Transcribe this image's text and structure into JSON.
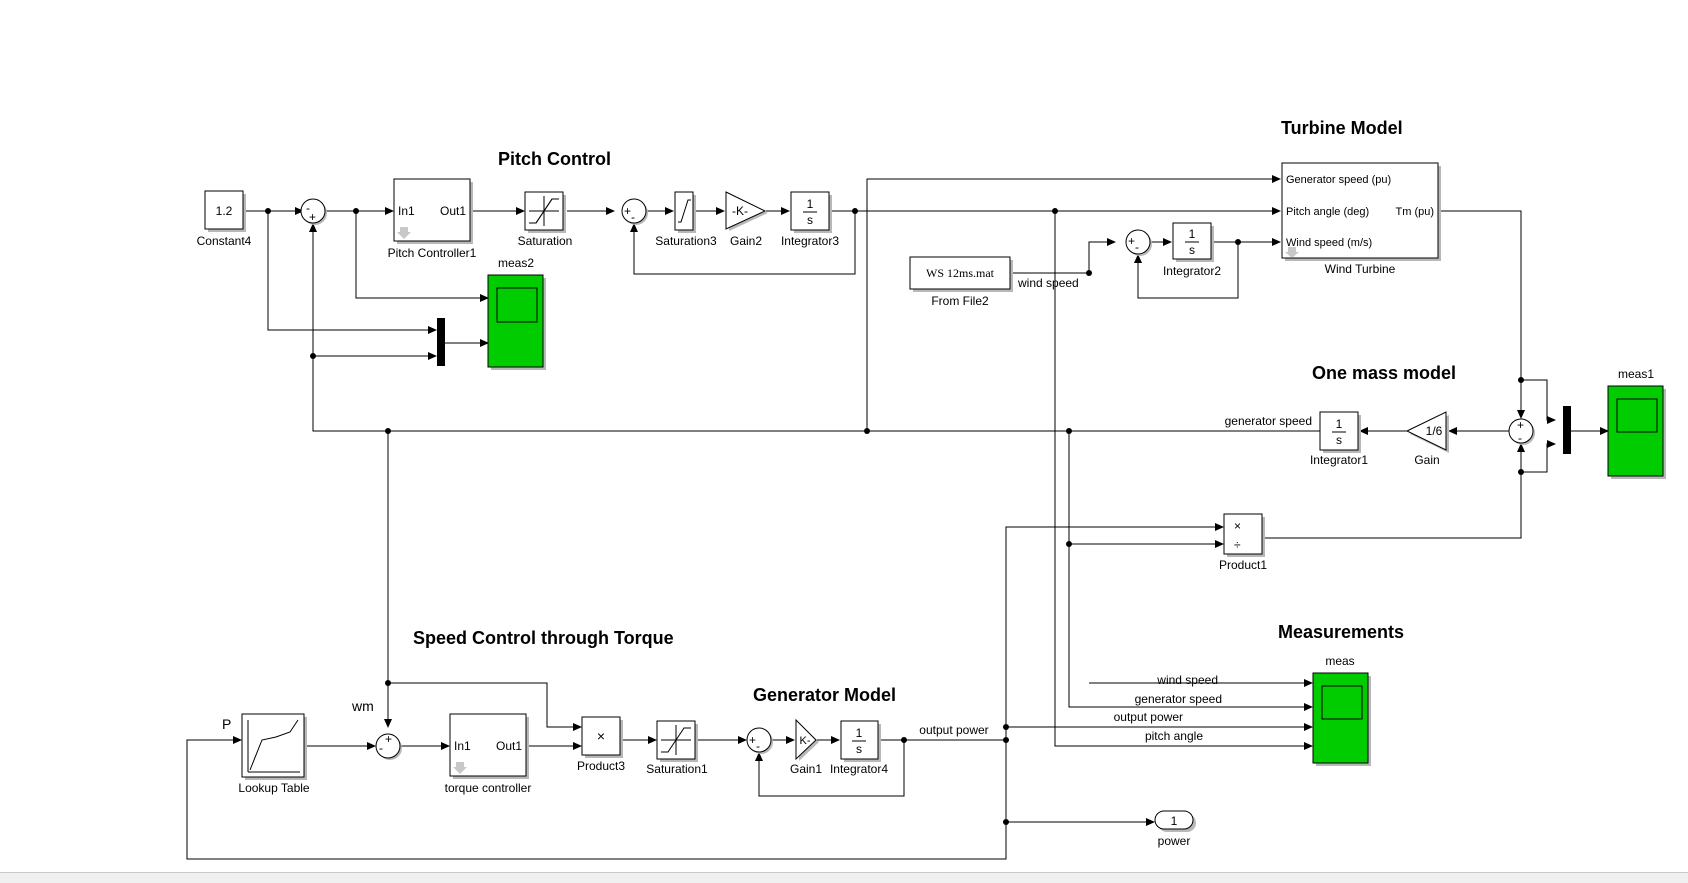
{
  "sections": {
    "pitch_control": "Pitch Control",
    "turbine_model": "Turbine Model",
    "one_mass_model": "One mass model",
    "speed_control": "Speed Control through Torque",
    "generator_model": "Generator Model",
    "measurements": "Measurements"
  },
  "blocks": {
    "constant4": {
      "value": "1.2",
      "label": "Constant4"
    },
    "pitch_controller1": {
      "in": "In1",
      "out": "Out1",
      "label": "Pitch Controller1"
    },
    "saturation": {
      "label": "Saturation"
    },
    "saturation3": {
      "label": "Saturation3"
    },
    "gain2": {
      "value": "-K-",
      "label": "Gain2"
    },
    "integrator3": {
      "num": "1",
      "den": "s",
      "label": "Integrator3"
    },
    "meas2": {
      "label": "meas2"
    },
    "from_file2": {
      "value": "WS  12ms.mat",
      "label": "From File2"
    },
    "integrator2": {
      "num": "1",
      "den": "s",
      "label": "Integrator2"
    },
    "wind_turbine": {
      "in1": "Generator speed (pu)",
      "in2": "Pitch angle (deg)",
      "in3": "Wind speed (m/s)",
      "out": "Tm (pu)",
      "label": "Wind Turbine"
    },
    "meas1": {
      "label": "meas1"
    },
    "integrator1": {
      "num": "1",
      "den": "s",
      "label": "Integrator1"
    },
    "gain": {
      "value": "1/6",
      "label": "Gain"
    },
    "product1": {
      "label": "Product1"
    },
    "lookup_table": {
      "label": "Lookup Table"
    },
    "torque_controller": {
      "in": "In1",
      "out": "Out1",
      "label": "torque controller"
    },
    "product3": {
      "label": "Product3"
    },
    "saturation1": {
      "label": "Saturation1"
    },
    "gain1": {
      "value": "K-",
      "label": "Gain1"
    },
    "integrator4": {
      "num": "1",
      "den": "s",
      "label": "Integrator4"
    },
    "meas": {
      "label": "meas"
    },
    "power_out": {
      "value": "1",
      "label": "power"
    }
  },
  "signals": {
    "wind_speed": "wind speed",
    "generator_speed": "generator speed",
    "output_power": "output power",
    "meas_wind_speed": "wind speed",
    "meas_generator_speed": "generator speed",
    "meas_output_power": "output power",
    "meas_pitch_angle": "pitch angle",
    "wm": "wm",
    "p": "P"
  },
  "sum_signs": {
    "pitch_sum": [
      "-",
      "+"
    ],
    "sat3_sum": [
      "+",
      "-"
    ],
    "int2_sum": [
      "+",
      "-"
    ],
    "one_mass_sum": [
      "+",
      "-"
    ],
    "wm_sum": [
      "-",
      "+"
    ],
    "gen_sum": [
      "+",
      "-"
    ]
  },
  "colors": {
    "scope": "#00cc00",
    "lines": "#000000",
    "background": "#ffffff"
  }
}
